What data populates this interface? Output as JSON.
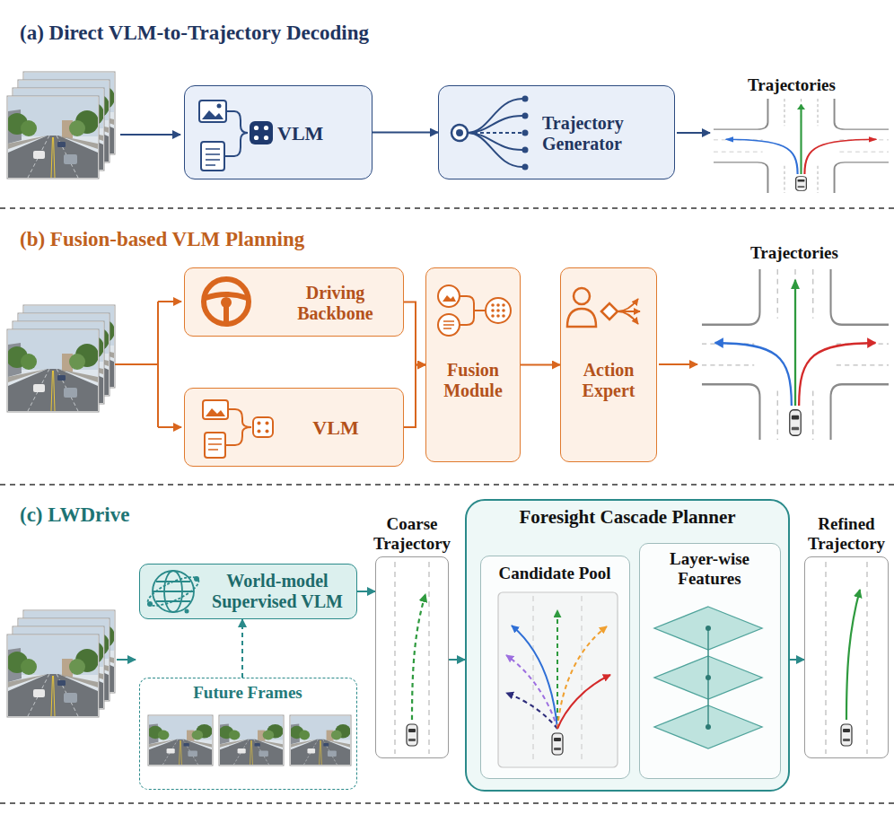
{
  "diagram": {
    "nodes": [
      {
        "text": [
          "VLM"
        ]
      },
      {
        "text": [
          "Trajectory Generator"
        ]
      },
      {
        "text": [
          "Driving Backbone"
        ]
      },
      {
        "text": [
          "VLM"
        ]
      },
      {
        "text": [
          "Fusion Module"
        ]
      },
      {
        "text": [
          "Action Expert"
        ]
      },
      {
        "text": [
          "World-model Supervised VLM"
        ]
      },
      {
        "text": [
          "Future Frames"
        ]
      },
      {
        "text": [
          "Coarse Trajectory"
        ]
      },
      {
        "text": [
          "Foresight Cascade Planner"
        ]
      },
      {
        "text": [
          "Candidate Pool"
        ],
        "in": 9
      },
      {
        "text": [
          "Layer-wise Features"
        ],
        "in": 9
      },
      {
        "text": [
          "Refined Trajectory"
        ]
      }
    ],
    "edges": [
      {
        "from": 0,
        "to": 1,
        "arrow": "to"
      },
      {
        "from": 2,
        "to": 4,
        "arrow": "to"
      },
      {
        "from": 3,
        "to": 4,
        "arrow": "to"
      },
      {
        "from": 4,
        "to": 5,
        "arrow": "to"
      },
      {
        "from": 7,
        "to": 6,
        "arrow": "to"
      },
      {
        "from": 6,
        "to": 8,
        "arrow": "to"
      },
      {
        "from": 8,
        "to": 9,
        "arrow": "to"
      },
      {
        "from": 9,
        "to": 12,
        "arrow": "to"
      }
    ],
    "labels": [
      "(a) Direct VLM-to-Trajectory Decoding",
      "Trajectories",
      "(b) Fusion-based VLM Planning",
      "Trajectories",
      "(c) LWDrive"
    ]
  }
}
